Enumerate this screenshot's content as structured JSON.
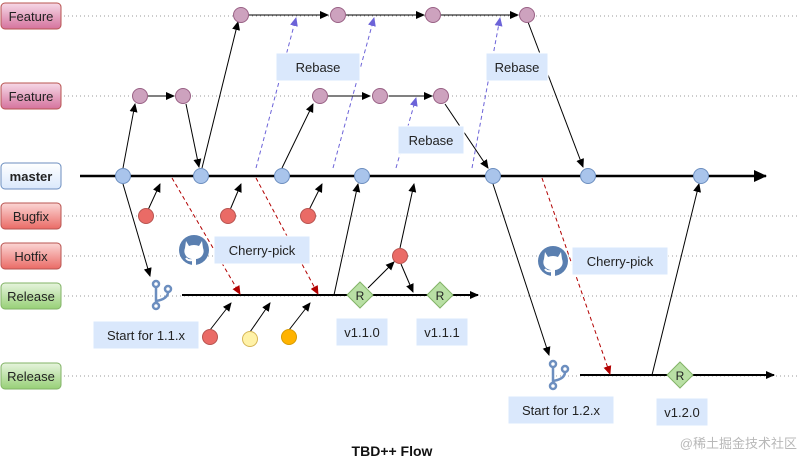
{
  "diagram": {
    "title": "TBD++ Flow",
    "watermark": "@稀土掘金技术社区",
    "lanes": [
      {
        "id": "feature-1",
        "label": "Feature",
        "color": "#d5739d",
        "bold": false
      },
      {
        "id": "feature-2",
        "label": "Feature",
        "color": "#d5739d",
        "bold": false
      },
      {
        "id": "master",
        "label": "master",
        "color": "#dae8fc",
        "bold": true
      },
      {
        "id": "bugfix",
        "label": "Bugfix",
        "color": "#ea6b66",
        "bold": false
      },
      {
        "id": "hotfix",
        "label": "Hotfix",
        "color": "#ea6b66",
        "bold": false
      },
      {
        "id": "release-1",
        "label": "Release",
        "color": "#97d077",
        "bold": false
      },
      {
        "id": "release-2",
        "label": "Release",
        "color": "#97d077",
        "bold": false
      }
    ],
    "notes": {
      "rebase_1": "Rebase",
      "rebase_2": "Rebase",
      "rebase_3": "Rebase",
      "cherry_pick_1": "Cherry-pick",
      "cherry_pick_2": "Cherry-pick",
      "start_1": "Start for 1.1.x",
      "start_2": "Start for 1.2.x"
    },
    "tags": {
      "v110": "v1.1.0",
      "v111": "v1.1.1",
      "v120": "v1.2.0"
    },
    "release_marker": "R",
    "icons": [
      "branch-icon",
      "github-icon"
    ],
    "colors": {
      "master_node": "#a9c4eb",
      "feature_node": "#cda2be",
      "bugfix_node": "#ea6b66",
      "yellow_node": "#fff2a8",
      "orange_node": "#ffb300",
      "release_diamond": "#b9e0a5",
      "note_fill": "#dae8fc",
      "rebase_arrow": "#6c63d8",
      "cherry_arrow": "#b20000",
      "branch_icon": "#6c8ebf",
      "github_icon": "#5a7fb0"
    }
  }
}
